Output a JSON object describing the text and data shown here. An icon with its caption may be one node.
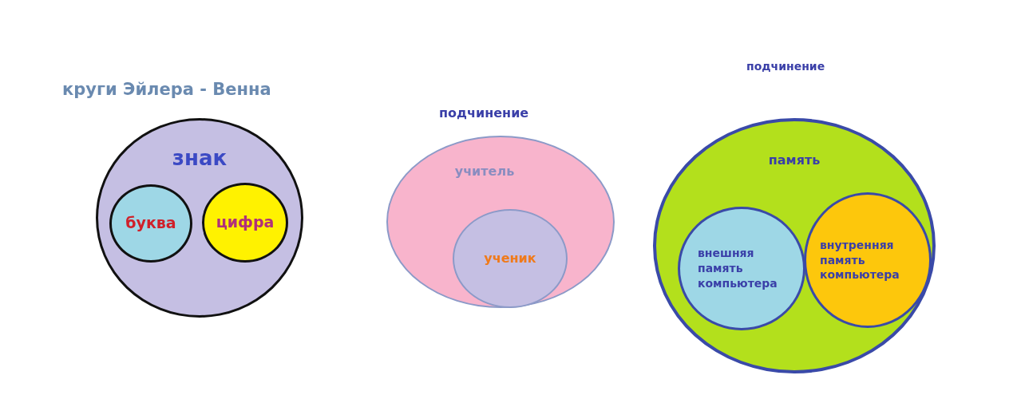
{
  "diagram": {
    "title": "круги Эйлера - Венна",
    "nodes": [
      {
        "text": [
          "знак"
        ]
      },
      {
        "text": [
          "буква"
        ],
        "in": 0
      },
      {
        "text": [
          "цифра"
        ],
        "in": 0
      },
      {
        "text": [
          "учитель"
        ]
      },
      {
        "text": [
          "ученик"
        ],
        "in": 3
      },
      {
        "text": [
          "память"
        ]
      },
      {
        "text": [
          "внешняя память компьютера"
        ],
        "in": 5
      },
      {
        "text": [
          "внутренняя память компьютера"
        ],
        "in": 5
      }
    ],
    "labels": [
      "подчинение",
      "подчинение"
    ]
  }
}
